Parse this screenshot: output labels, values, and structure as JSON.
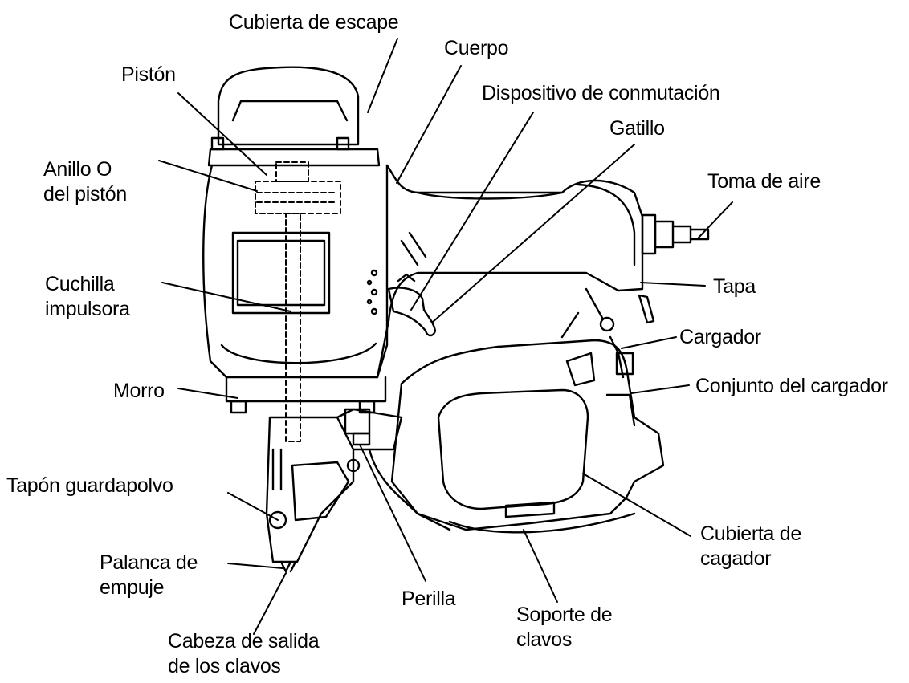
{
  "diagram": {
    "colors": {
      "ink": "#000000",
      "background": "#ffffff"
    },
    "labels": {
      "cubierta_escape": "Cubierta de escape",
      "cuerpo": "Cuerpo",
      "piston": "Pistón",
      "dispositivo_conmutacion": "Dispositivo de conmutación",
      "gatillo": "Gatillo",
      "anillo_o": [
        "Anillo O",
        "del pistón"
      ],
      "toma_aire": "Toma de aire",
      "cuchilla": [
        "Cuchilla",
        "impulsora"
      ],
      "tapa": "Tapa",
      "cargador": "Cargador",
      "morro": "Morro",
      "conjunto_cargador": "Conjunto del cargador",
      "tapon": "Tapón guardapolvo",
      "cubierta_cargador": [
        "Cubierta de",
        "cagador"
      ],
      "palanca": [
        "Palanca de",
        "empuje"
      ],
      "perilla": "Perilla",
      "soporte": [
        "Soporte de",
        "clavos"
      ],
      "cabeza": [
        "Cabeza de salida",
        "de los clavos"
      ]
    }
  }
}
